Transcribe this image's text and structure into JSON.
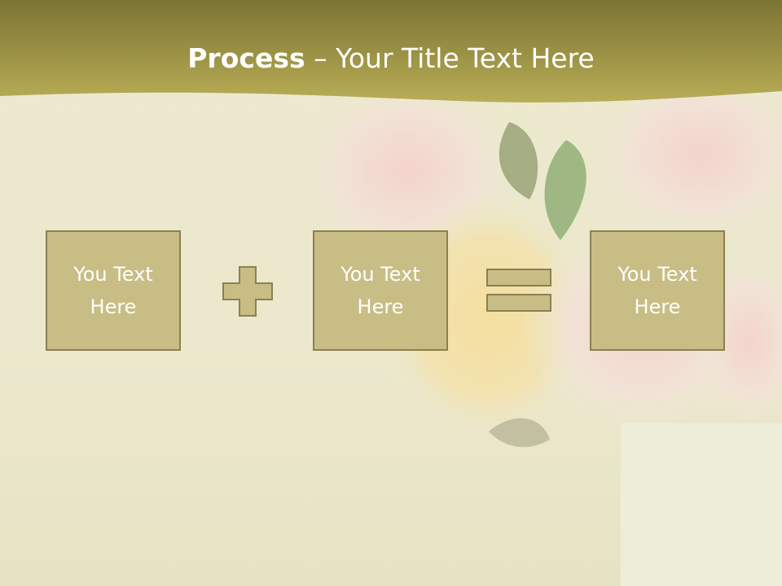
{
  "slide": {
    "title_bold": "Process",
    "title_rest": " – Your Title Text Here",
    "boxes": [
      {
        "label": "You Text\nHere"
      },
      {
        "label": "You Text\nHere"
      },
      {
        "label": "You Text\nHere"
      }
    ],
    "operators": [
      "plus-icon",
      "equals-icon"
    ]
  },
  "colors": {
    "header": "#aa9f4b",
    "box_fill": "#c8bd84",
    "box_border": "#8a8051",
    "background": "#ece9cf"
  }
}
